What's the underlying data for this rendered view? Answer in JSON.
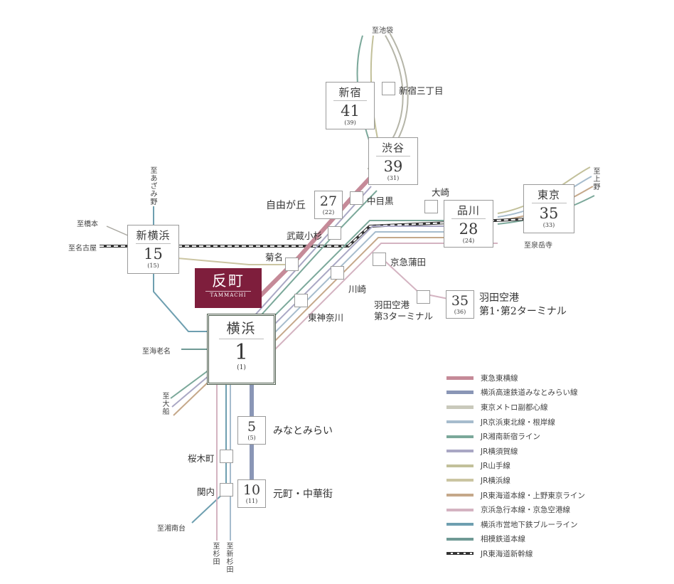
{
  "colors": {
    "toyoko": "#c58a98",
    "minatomirai": "#8a96b6",
    "fukutoshin": "#c9c9bb",
    "keihin_tohoku": "#a6bccd",
    "shonan_shinjuku": "#7ba89a",
    "yokosuka": "#a9a7c4",
    "yamanote": "#c2c09a",
    "yokohama_line": "#cbc5a2",
    "tokaido": "#c5a88a",
    "keikyu": "#d4b3c1",
    "blue_line": "#6e9fb0",
    "sotetsu": "#6f9a95",
    "shinkansen": "#333333",
    "tammachi_bg": "#7e1e3c"
  },
  "destinations": {
    "ikebukuro": "至池袋",
    "azamino": "至あざみ野",
    "hashimoto": "至橋本",
    "nagoya": "至名古屋",
    "ebina": "至海老名",
    "ofuna": "至大船",
    "shonandai": "至湘南台",
    "sugita": "至杉田",
    "shinsugita": "至新杉田",
    "ueno": "至上野",
    "sengakuji": "至泉岳寺"
  },
  "stations": {
    "tammachi": {
      "name": "反町",
      "en": "TAMMACHI"
    },
    "yokohama": {
      "name": "横浜",
      "minutes": "1",
      "sub": "(1)"
    },
    "shinjuku": {
      "name": "新宿",
      "minutes": "41",
      "sub": "(39)"
    },
    "shibuya": {
      "name": "渋谷",
      "minutes": "39",
      "sub": "(31)"
    },
    "shinagawa": {
      "name": "品川",
      "minutes": "28",
      "sub": "(24)"
    },
    "tokyo": {
      "name": "東京",
      "minutes": "35",
      "sub": "(33)"
    },
    "shinyokohama": {
      "name": "新横浜",
      "minutes": "15",
      "sub": "(15)"
    },
    "jiyugaoka": {
      "name": "自由が丘",
      "minutes": "27",
      "sub": "(22)"
    },
    "haneda12": {
      "name_line1": "羽田空港",
      "name_line2": "第1･第2ターミナル",
      "minutes": "35",
      "sub": "(36)"
    },
    "minatomirai": {
      "name": "みなとみらい",
      "minutes": "5",
      "sub": "(5)"
    },
    "motomachi": {
      "name": "元町・中華街",
      "minutes": "10",
      "sub": "(11)"
    },
    "shinjuku3": {
      "name": "新宿三丁目"
    },
    "nakameguro": {
      "name": "中目黒"
    },
    "osaki": {
      "name": "大崎"
    },
    "musashikosugi": {
      "name": "武蔵小杉"
    },
    "kikuna": {
      "name": "菊名"
    },
    "kawasaki": {
      "name": "川崎"
    },
    "keikyukamata": {
      "name": "京急蒲田"
    },
    "haneda3": {
      "name_line1": "羽田空港",
      "name_line2": "第3ターミナル"
    },
    "higashikanagawa": {
      "name": "東神奈川"
    },
    "sakuragicho": {
      "name": "桜木町"
    },
    "kannai": {
      "name": "関内"
    }
  },
  "legend": [
    {
      "label": "東急東横線",
      "color": "#c58a98",
      "thick": true
    },
    {
      "label": "横浜高速鉄道みなとみらい線",
      "color": "#8a96b6",
      "thick": true
    },
    {
      "label": "東京メトロ副都心線",
      "color": "#c9c9bb",
      "thick": true
    },
    {
      "label": "JR京浜東北線・根岸線",
      "color": "#a6bccd"
    },
    {
      "label": "JR湘南新宿ライン",
      "color": "#7ba89a"
    },
    {
      "label": "JR横須賀線",
      "color": "#a9a7c4"
    },
    {
      "label": "JR山手線",
      "color": "#c2c09a"
    },
    {
      "label": "JR横浜線",
      "color": "#cbc5a2"
    },
    {
      "label": "JR東海道本線・上野東京ライン",
      "color": "#c5a88a"
    },
    {
      "label": "京浜急行本線・京急空港線",
      "color": "#d4b3c1"
    },
    {
      "label": "横浜市営地下鉄ブルーライン",
      "color": "#6e9fb0"
    },
    {
      "label": "相模鉄道本線",
      "color": "#6f9a95"
    },
    {
      "label": "JR東海道新幹線",
      "color": "#333333",
      "shinkansen": true
    }
  ]
}
